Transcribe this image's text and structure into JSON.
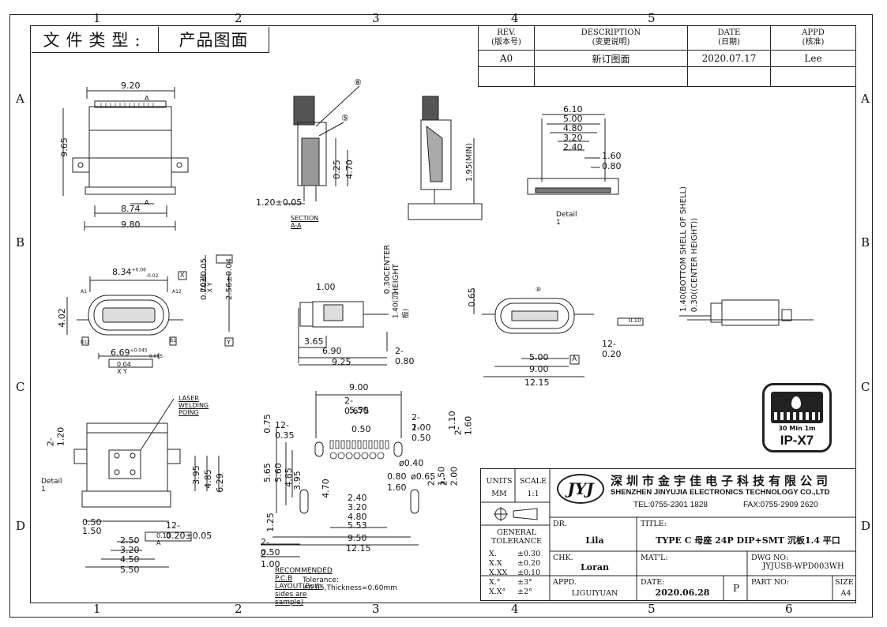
{
  "doc_type": {
    "label": "文件类型:",
    "value": "产品图面"
  },
  "zones": {
    "cols": [
      "1",
      "2",
      "3",
      "4",
      "5",
      "6"
    ],
    "rows": [
      "A",
      "B",
      "C",
      "D"
    ]
  },
  "revision": {
    "headers": [
      {
        "en": "REV.",
        "cn": "(版本号)"
      },
      {
        "en": "DESCRIPTION",
        "cn": "(变更说明)"
      },
      {
        "en": "DATE",
        "cn": "(日期)"
      },
      {
        "en": "APPD",
        "cn": "(核准)"
      }
    ],
    "rows": [
      {
        "rev": "A0",
        "desc": "新订图面",
        "date": "2020.07.17",
        "appd": "Lee"
      }
    ]
  },
  "title_block": {
    "units_label": "UNITS",
    "units_value": "MM",
    "scale_label": "SCALE",
    "scale_value": "1:1",
    "company_cn": "深圳市金宇佳电子科技有限公司",
    "company_en": "SHENZHEN JINYUJIA ELECTRONICS TECHNOLOGY CO.,LTD",
    "tel": "TEL:0755-2301 1828",
    "fax": "FAX:0755-2909 2620",
    "logo_text": "JYJ",
    "general_tolerance": "GENERAL TOLERANCE",
    "tolerances": [
      {
        "k": "X.",
        "v": "±0.30"
      },
      {
        "k": "X.X",
        "v": "±0.20"
      },
      {
        "k": "X.XX",
        "v": "±0.10"
      },
      {
        "k": "X.°",
        "v": "±3°"
      },
      {
        "k": "X.X°",
        "v": "±2°"
      }
    ],
    "dr_label": "DR.",
    "dr_value": "Lila",
    "title_label": "TITLE:",
    "title_value": "TYPE C 母座 24P DIP+SMT 沉板1.4 平口",
    "chk_label": "CHK.",
    "chk_value": "Loran",
    "matl_label": "MAT'L:",
    "dwg_label": "DWG NO:",
    "dwg_value": "JYJUSB-WPD003WH",
    "appd_label": "APPD.",
    "appd_value": "LIGUIYUAN",
    "date_label": "DATE:",
    "date_value": "2020.06.28",
    "p_label": "P",
    "part_label": "PART NO:",
    "size_label": "SIZE",
    "size_value": "A4"
  },
  "ip_badge": {
    "top": "30 Min 1m",
    "rating": "IP-X7"
  },
  "labels": {
    "section": "SECTION A-A",
    "detail1": "Detail 1",
    "detail2": "Detail 1",
    "laser": "LASER WELDING POING",
    "pcb_layout": "RECOMMENDED P.C.B LAYOUT(Both sides are sample)",
    "pcb_tol": "Tolerance:±0.05,Thickness=0.60mm",
    "center_height": "0.30CENTER HEIGHT",
    "sink": "1.40(沉板)",
    "bottom_shell": "1.40(BOTTOM SHELL OF SHELL)",
    "center_height2": "0.30((CENTER HEIGHT))"
  },
  "dims": {
    "v1_920": "9.20",
    "v1_965": "9.65",
    "v1_874": "8.74",
    "v1_980": "9.80",
    "v1_A": "A",
    "sec_8": "⑧",
    "sec_5": "⑤",
    "sec_025": "0.25",
    "sec_470": "4.70",
    "sec_120": "1.20±0.05",
    "side_195": "1.95(MIN)",
    "det_610": "6.10",
    "det_500": "5.00",
    "det_480": "4.80",
    "det_320": "3.20",
    "det_240": "2.40",
    "det_160": "1.60",
    "det_080": "0.80",
    "f_834": "8.34",
    "f_834_tol1": "+0.06",
    "f_834_tol2": "-0.02",
    "f_402": "4.02",
    "f_669": "6.69",
    "f_669_tol1": "+0.045",
    "f_669_tol2": "-0.055",
    "f_070": "0.70±0.05",
    "f_256": "2.56±0.04",
    "f_gtol1": "0.075 X Y",
    "f_gtol2": "0.04 X Y",
    "f_X": "X",
    "f_Y": "Y",
    "f_A1": "A1",
    "f_A12": "A12",
    "f_B12": "B12",
    "f_B1": "B1",
    "s_100": "1.00",
    "s_365": "3.65",
    "s_690": "6.90",
    "s_925": "9.25",
    "s_080": "2-0.80",
    "m_065": "0.65",
    "m_500": "5.00",
    "m_900": "9.00",
    "m_1215": "12.15",
    "m_12020": "12-0.20",
    "m_010": "0.10",
    "m_A": "A",
    "m_8": "⑧",
    "b_120": "2-1.20",
    "b_395": "3.95",
    "b_485": "4.85",
    "b_629": "6.29",
    "b_050": "0.50",
    "b_150": "1.50",
    "b_250": "2.50",
    "b_320": "3.20",
    "b_450": "4.50",
    "b_550": "5.50",
    "b_12020": "12-0.20±0.05",
    "b_gtol": "0.10 A",
    "p_900": "9.00",
    "p_20675": "2-0.675",
    "p_550": "5.50",
    "p_050": "0.50",
    "p_075": "0.75",
    "p_1235": "12-0.35",
    "p_2100": "2-1.00",
    "p_2050": "2-0.50",
    "p_110": "1.10",
    "p_2160": "2-1.60",
    "p_040": "ø0.40",
    "p_065": "ø0.65",
    "p_080": "0.80",
    "p_160": "1.60",
    "p_2150": "2-1.50",
    "p_2200": "2-2.00",
    "p_565": "5.65",
    "p_560": "5.60",
    "p_485": "4.85",
    "p_395": "3.95",
    "p_470": "4.70",
    "p_125": "1.25",
    "p_240": "2.40",
    "p_320": "3.20",
    "p_480": "4.80",
    "p_553": "5.53",
    "p_950": "9.50",
    "p_1215": "12.15",
    "p_2050b": "2-0.50",
    "p_2100b": "2-1.00"
  }
}
